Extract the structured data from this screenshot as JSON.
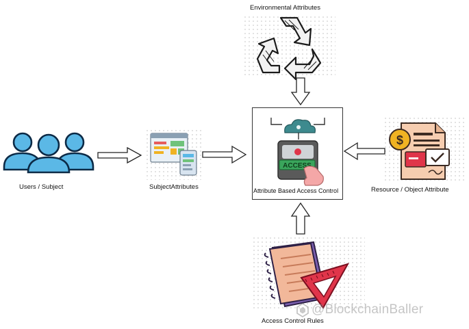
{
  "nodes": {
    "environmental": "Environmental Attributes",
    "users": "Users / Subject",
    "subject_attributes": "SubjectAttributes",
    "abac": "Attribute Based Access Control",
    "resource": "Resource / Object Attribute",
    "rules": "Access Control Rules"
  },
  "device_screen_text": "ACCESS",
  "watermark": "@BlockchainBaller",
  "colors": {
    "user_blue": "#5bb8e6",
    "arrow_stroke": "#222222",
    "cloud_teal": "#3d8a8e",
    "access_green": "#3aa55c",
    "notebook_orange": "#f2b89a",
    "notebook_purple": "#7b5fb0",
    "triangle_red": "#e0354a",
    "document_peach": "#f6cdb0",
    "dollar_gold": "#f0b323",
    "hand_pink": "#f4a7a7"
  },
  "icons": [
    "recycle-icon",
    "users-group-icon",
    "browser-dashboard-icon",
    "cloud-access-icon",
    "invoice-document-icon",
    "notebook-ruler-icon"
  ]
}
